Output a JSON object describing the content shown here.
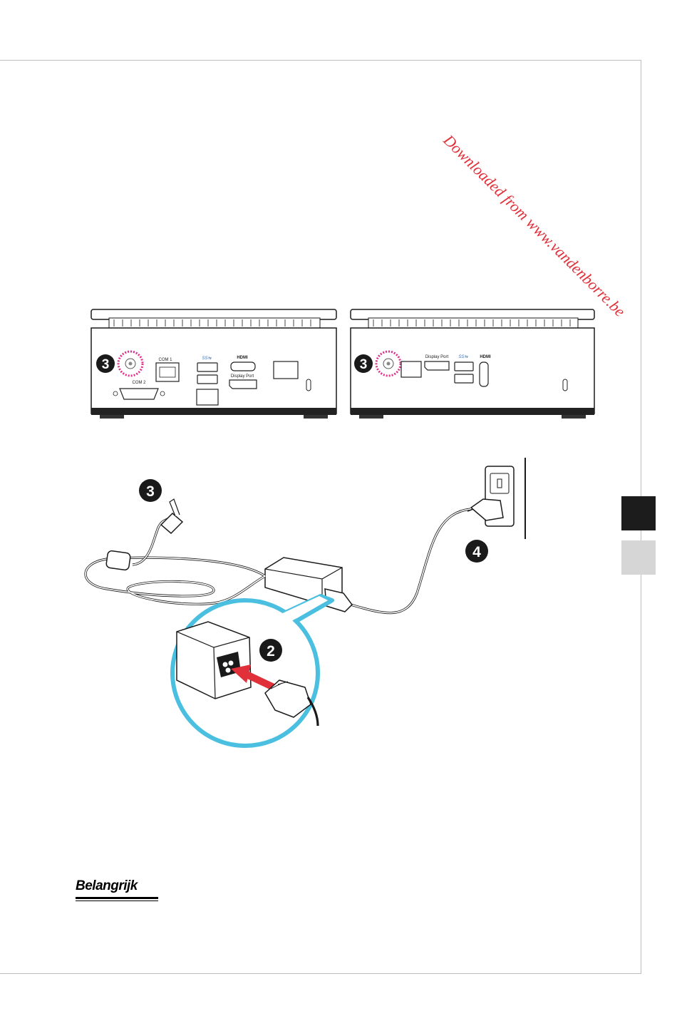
{
  "watermark": "Downloaded from www.vandenborre.be",
  "important_label": "Belangrijk",
  "colors": {
    "callout_ring": "#4bbfe0",
    "highlight_ring": "#e0308a",
    "arrow": "#e0303a",
    "watermark": "#e0303a",
    "side_tab_dark": "#1c1c1c",
    "side_tab_light": "#d6d6d6"
  },
  "rear_panel_1": {
    "step_badge": "3",
    "labels": {
      "com1": "COM 1",
      "com2": "COM 2",
      "usb": "SS⇆",
      "hdmi": "HDMI",
      "displayport": "Display Port"
    }
  },
  "rear_panel_2": {
    "step_badge": "3",
    "labels": {
      "displayport": "Display Port",
      "usb": "SS⇆",
      "hdmi": "HDMI"
    }
  },
  "power_diagram": {
    "step_dc_plug": "3",
    "step_wall_outlet": "4",
    "step_adapter_cord": "2"
  }
}
